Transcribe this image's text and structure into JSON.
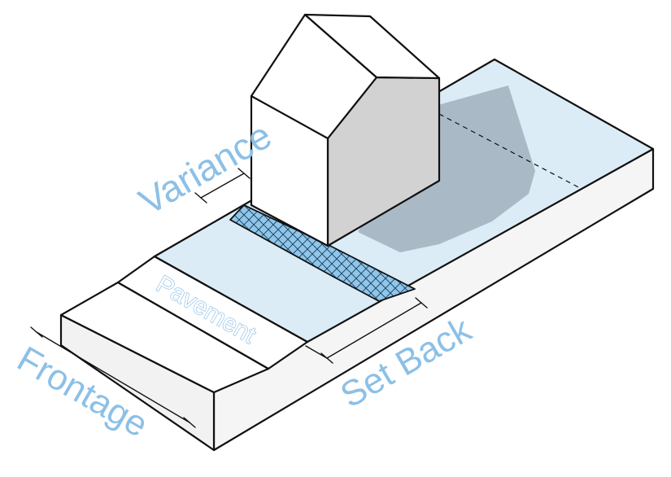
{
  "labels": {
    "variance": "Variance",
    "pavement": "Pavement",
    "frontage": "Frontage",
    "setback": "Set Back"
  },
  "colors": {
    "label_blue": "#8cc0e6",
    "lot_surface": "#dcecf6",
    "hatch_fill": "#8fc6ea",
    "shadow": "#9aa8b6",
    "block_side": "#f4f4f4",
    "house_side": "#d2d2d2"
  }
}
